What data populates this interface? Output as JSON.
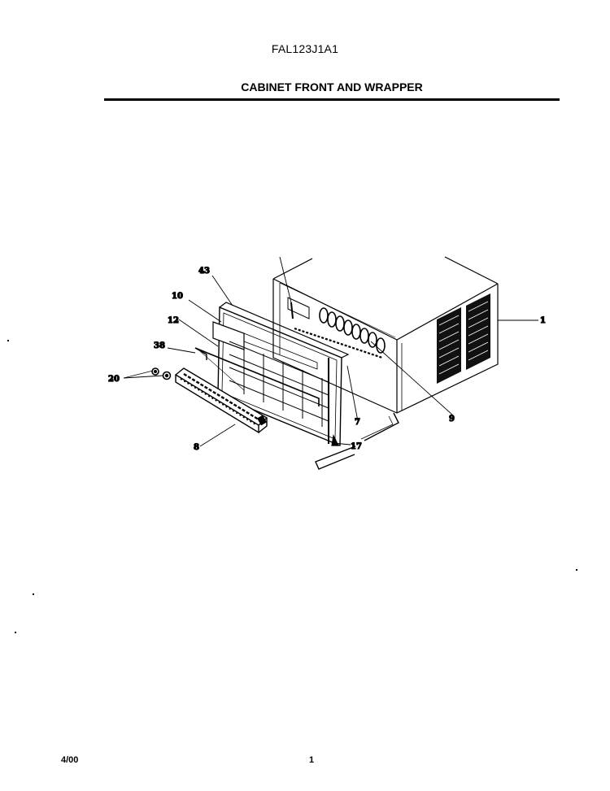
{
  "header": {
    "model_number": "FAL123J1A1",
    "section_title": "CABINET FRONT AND WRAPPER"
  },
  "callouts": [
    "43",
    "10",
    "12",
    "38",
    "20",
    "8",
    "17",
    "7",
    "9",
    "1"
  ],
  "footer": {
    "date": "4/00",
    "page_number": "1"
  }
}
